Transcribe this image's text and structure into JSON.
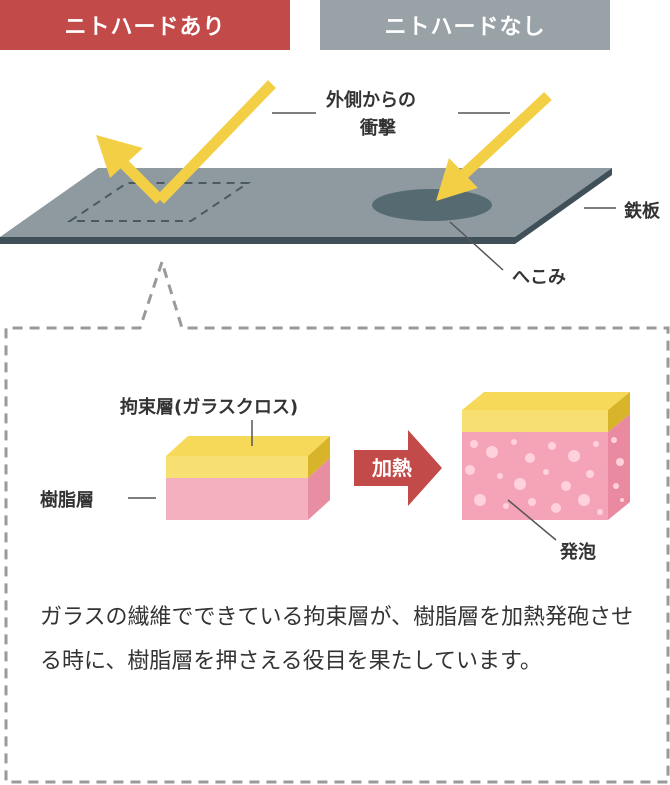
{
  "tabs": [
    {
      "label": "ニトハードあり",
      "active": true
    },
    {
      "label": "ニトハードなし",
      "active": false
    }
  ],
  "labels": {
    "impact_line1": "外側からの",
    "impact_line2": "衝撃",
    "steel_plate": "鉄板",
    "dent": "へこみ",
    "constraint_layer": "拘束層(ガラスクロス)",
    "resin_layer": "樹脂層",
    "heating": "加熱",
    "foaming": "発泡"
  },
  "caption": "ガラスの繊維でできている拘束層が、樹脂層を加熱発砲させる時に、樹脂層を押さえる役目を果たしています。",
  "colors": {
    "tab_active": "#c24a48",
    "tab_inactive": "#99a3a7",
    "plate": "#8e9aa0",
    "arrow": "#f3cf45",
    "constraint": "#f3cf45",
    "resin": "#f4aebb",
    "heat_arrow": "#c24a48"
  }
}
